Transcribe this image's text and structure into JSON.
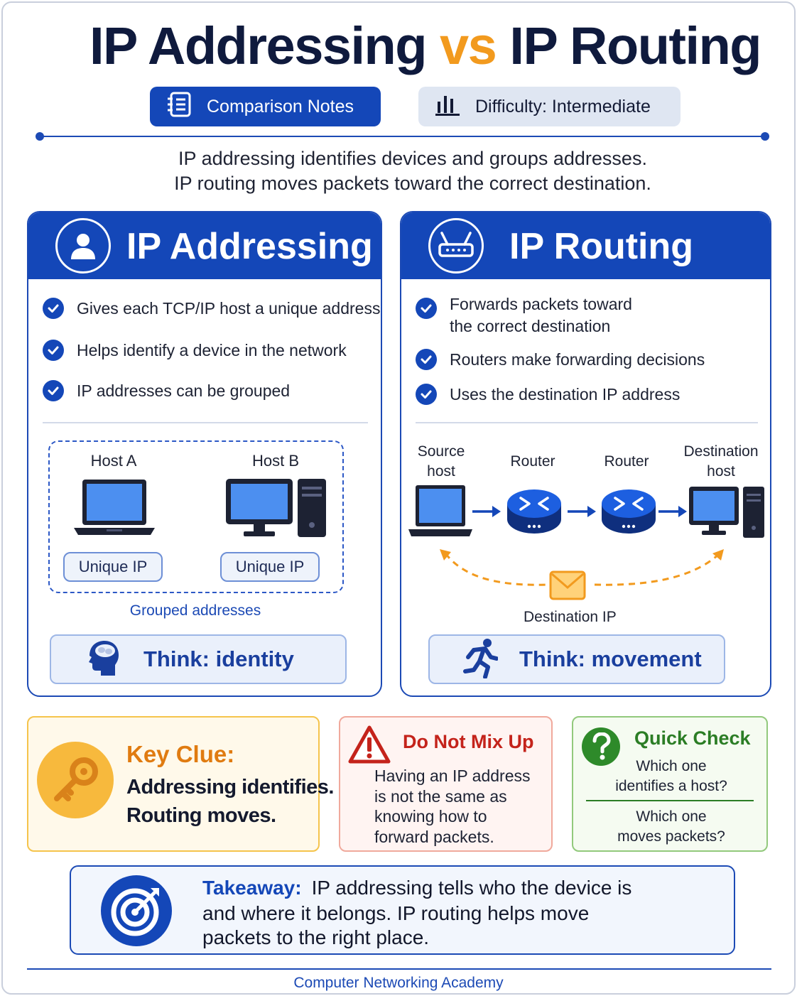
{
  "header": {
    "title_part1": "IP Addressing",
    "title_vs": "vs",
    "title_part2": "IP Routing",
    "badge_notes": "Comparison Notes",
    "badge_difficulty": "Difficulty: Intermediate",
    "intro_line1": "IP addressing identifies devices and groups addresses.",
    "intro_line2": "IP routing moves packets toward the correct destination."
  },
  "addressing": {
    "title": "IP Addressing",
    "points": [
      "Gives each TCP/IP host a unique address",
      "Helps identify a device in the network",
      "IP addresses can be grouped"
    ],
    "host_a": "Host A",
    "host_b": "Host B",
    "chip_a": "Unique IP",
    "chip_b": "Unique IP",
    "group_label": "Grouped addresses",
    "think": "Think: identity"
  },
  "routing": {
    "title": "IP Routing",
    "points": [
      "Forwards packets toward",
      "the correct destination",
      "Routers make forwarding decisions",
      "Uses the destination IP address"
    ],
    "source_line1": "Source",
    "source_line2": "host",
    "router1": "Router",
    "router2": "Router",
    "dest_line1": "Destination",
    "dest_line2": "host",
    "dest_ip": "Destination IP",
    "think": "Think: movement"
  },
  "key_clue": {
    "title": "Key Clue:",
    "line1": "Addressing identifies.",
    "line2": "Routing moves."
  },
  "mix_up": {
    "title": "Do Not Mix Up",
    "lines": [
      "Having an IP address",
      "is not the same as",
      "knowing how to",
      "forward packets."
    ]
  },
  "quick_check": {
    "title": "Quick Check",
    "q1_line1": "Which one",
    "q1_line2": "identifies a host?",
    "q2_line1": "Which one",
    "q2_line2": "moves packets?"
  },
  "takeaway": {
    "lead": "Takeaway:",
    "line1": "IP addressing tells who the device is",
    "line2": "and where it belongs. IP routing helps move",
    "line3": "packets to the right place."
  },
  "footer": "Computer Networking Academy",
  "colors": {
    "primary_blue": "#1447b8",
    "accent_orange": "#f29a1e",
    "warning_red": "#c4231b",
    "check_green": "#2b7d25"
  },
  "icons": {
    "notes": "notes-icon",
    "difficulty": "bar-chart-icon",
    "addressing": "user-icon",
    "routing": "router-icon",
    "check": "check-icon",
    "identity": "brain-head-icon",
    "movement": "running-person-icon",
    "key": "key-icon",
    "warning": "warning-icon",
    "question": "question-icon",
    "target": "target-icon",
    "envelope": "envelope-icon"
  }
}
